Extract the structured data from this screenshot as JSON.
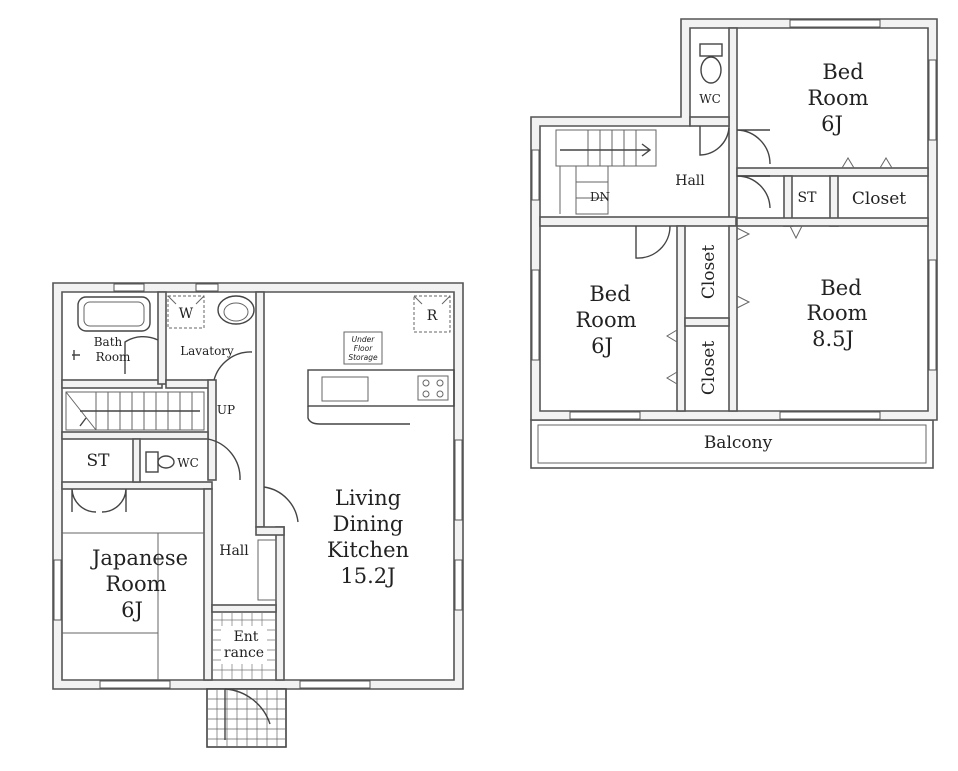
{
  "floor1": {
    "bath_room": "Bath Room",
    "bath_room_line1": "Bath",
    "bath_room_line2": "Room",
    "washer": "W",
    "lavatory": "Lavatory",
    "up": "UP",
    "storage": "ST",
    "wc": "WC",
    "japanese_room_line1": "Japanese",
    "japanese_room_line2": "Room",
    "japanese_room_size": "6J",
    "hall": "Hall",
    "entrance_line1": "Ent",
    "entrance_line2": "rance",
    "living_line1": "Living",
    "living_line2": "Dining",
    "living_line3": "Kitchen",
    "living_size": "15.2J",
    "refrigerator": "R",
    "underfloor_line1": "Under",
    "underfloor_line2": "Floor",
    "underfloor_line3": "Storage"
  },
  "floor2": {
    "wc": "WC",
    "hall": "Hall",
    "down": "DN",
    "bed_ne_line1": "Bed",
    "bed_ne_line2": "Room",
    "bed_ne_size": "6J",
    "storage": "ST",
    "closet_ne": "Closet",
    "bed_w_line1": "Bed",
    "bed_w_line2": "Room",
    "bed_w_size": "6J",
    "closet_upper": "Closet",
    "closet_lower": "Closet",
    "bed_e_line1": "Bed",
    "bed_e_line2": "Room",
    "bed_e_size": "8.5J",
    "balcony": "Balcony"
  }
}
